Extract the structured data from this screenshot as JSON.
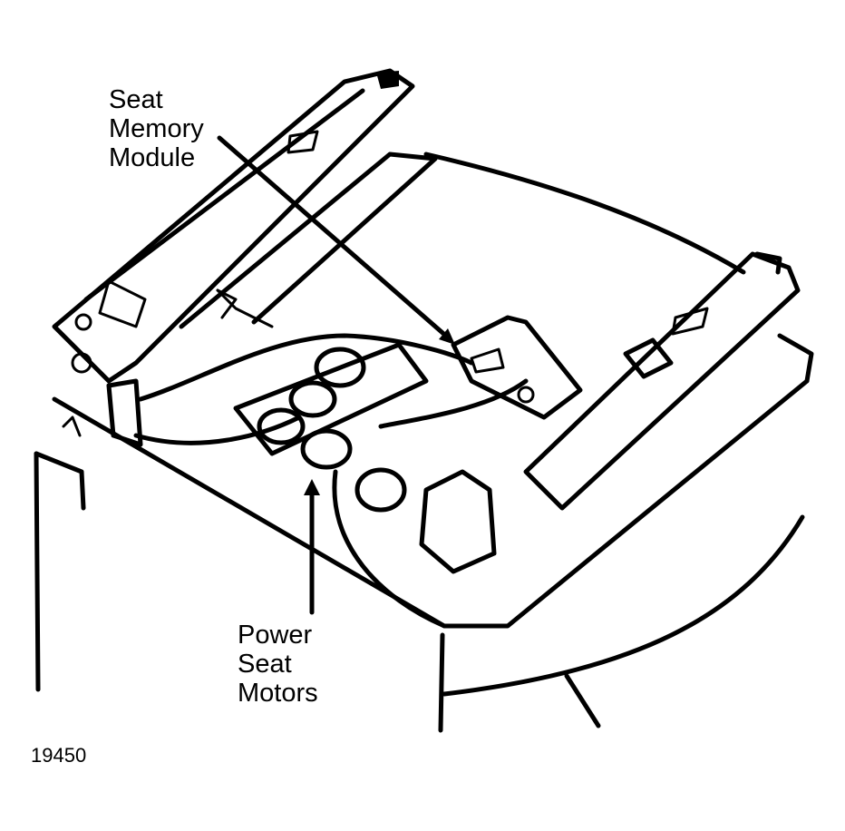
{
  "labels": {
    "seat_memory_module": [
      "Seat",
      "Memory",
      "Module"
    ],
    "power_seat_motors": [
      "Power",
      "Seat",
      "Motors"
    ]
  },
  "figure_number": "19450",
  "colors": {
    "ink": "#000000",
    "background": "#ffffff"
  }
}
